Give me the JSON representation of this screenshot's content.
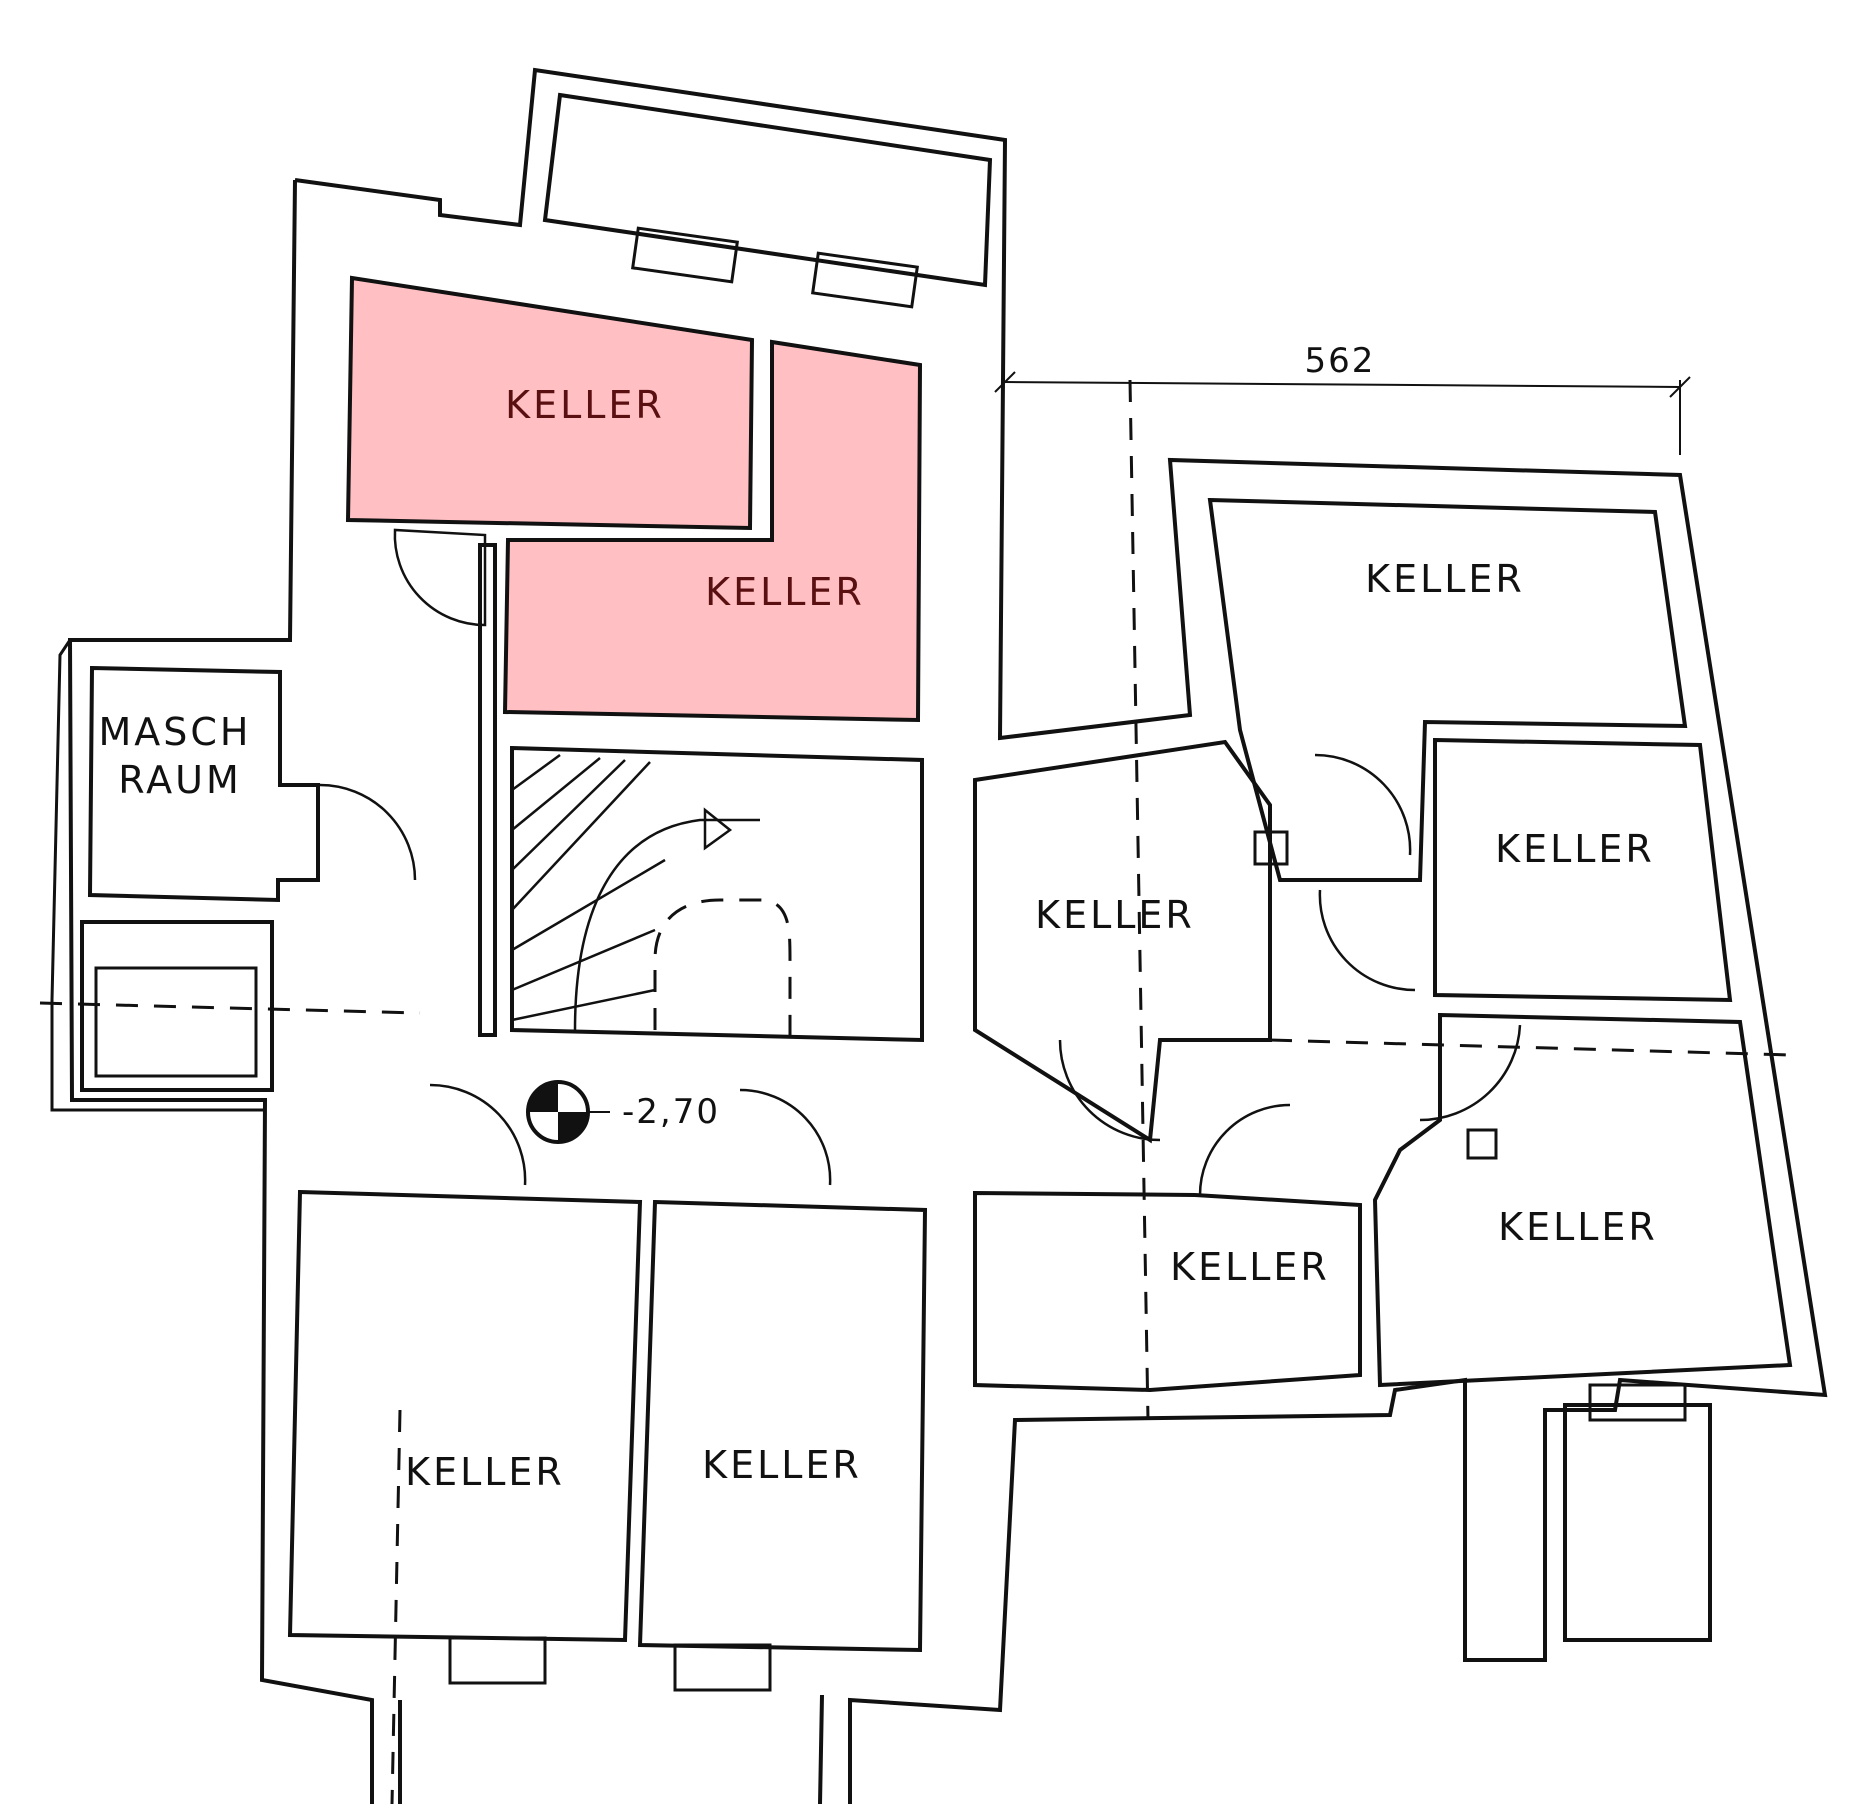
{
  "plan": {
    "highlight_color": "#ffbfc3",
    "dimension": "562",
    "level": "-2,70",
    "rooms": {
      "keller_upper_highlight": "KELLER",
      "keller_lower_highlight": "KELLER",
      "keller_top_right": "KELLER",
      "keller_mid_right": "KELLER",
      "keller_center_right": "KELLER",
      "keller_small": "KELLER",
      "keller_bottom_right": "KELLER",
      "keller_bottom_left": "KELLER",
      "keller_bottom_center": "KELLER",
      "masch_line1": "MASCH",
      "masch_line2": "RAUM"
    }
  }
}
